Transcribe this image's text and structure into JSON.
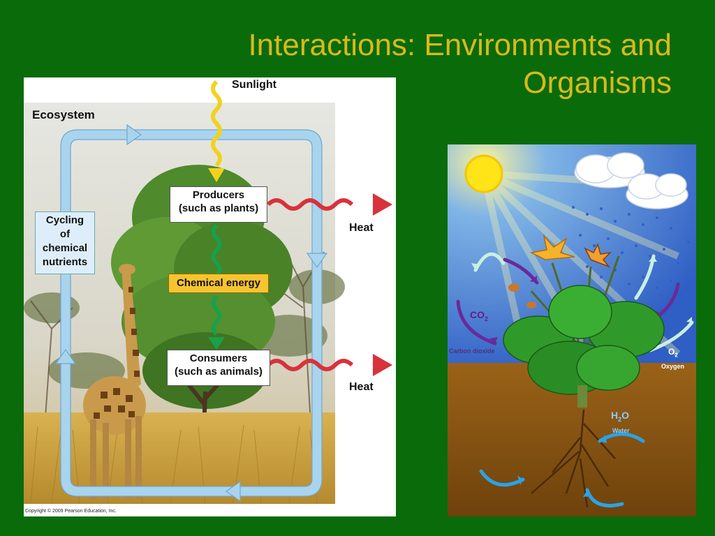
{
  "slide": {
    "title_line1": "Interactions: Environments and",
    "title_line2": "Organisms"
  },
  "ecosystem": {
    "title": "Ecosystem",
    "sunlight": "Sunlight",
    "producers_line1": "Producers",
    "producers_line2": "(such as plants)",
    "chemical_energy": "Chemical energy",
    "consumers_line1": "Consumers",
    "consumers_line2": "(such as animals)",
    "heat_top": "Heat",
    "heat_bottom": "Heat",
    "cycling_line1": "Cycling",
    "cycling_line2": "of",
    "cycling_line3": "chemical",
    "cycling_line4": "nutrients",
    "copyright": "Copyright © 2009 Pearson Education, Inc."
  },
  "plant_diagram": {
    "co2_base": "CO",
    "co2_sub": "2",
    "carbon_dioxide": "Carbon dioxide",
    "o2_base": "O",
    "o2_sub": "2",
    "oxygen": "Oxygen",
    "h2o_h": "H",
    "h2o_sub": "2",
    "h2o_o": "O",
    "water": "Water"
  },
  "colors": {
    "background": "#0a6b0a",
    "title": "#d9b91c",
    "cycle_arrow": "#a9d4ee",
    "sunlight": "#f2d21c",
    "energy_green": "#18a04a",
    "heat": "#d8323c",
    "sky": "#3a6fd0",
    "soil": "#8a5410"
  }
}
